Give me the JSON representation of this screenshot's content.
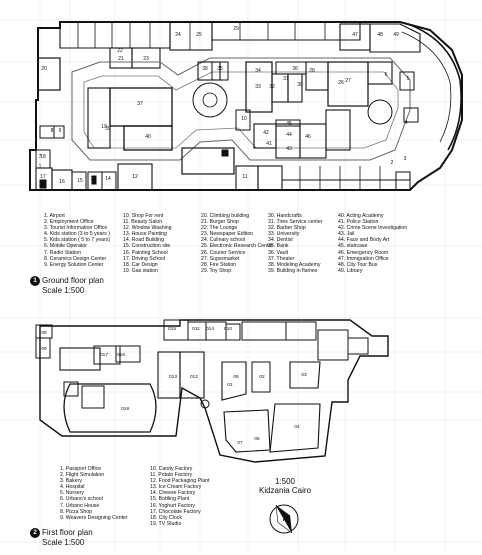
{
  "ground_floor": {
    "room_labels": [
      "1",
      "2",
      "3",
      "4",
      "5",
      "6",
      "7",
      "8",
      "9",
      "10",
      "11",
      "12",
      "13",
      "14",
      "15",
      "16",
      "17",
      "18",
      "19",
      "20",
      "21",
      "22",
      "23",
      "24",
      "25",
      "26",
      "27",
      "28",
      "29",
      "30",
      "31",
      "32",
      "33",
      "34",
      "35",
      "36",
      "37",
      "38",
      "39",
      "40",
      "41",
      "42",
      "43",
      "44",
      "45",
      "46",
      "47",
      "48",
      "49"
    ],
    "legend_col1": [
      "1. Airport",
      "2. Employment Office",
      "3. Tourist Information Office",
      "4. Kids station (3 to 5 years )",
      "5. Kids station ( 5 to 7 years)",
      "6. Mobile Operator",
      "7. Radio Station",
      "8. Ceramics Design Center",
      "9. Energy Solution Center"
    ],
    "legend_col2": [
      "10. Shop For rent",
      "11. Beauty Salon",
      "12. Window Washing",
      "13. House Painting",
      "14. Road Building",
      "15. Construction site",
      "16. Painting School",
      "17. Driving School",
      "18. Car Design",
      "19. Gas station"
    ],
    "legend_col3": [
      "20. Climbing building",
      "21. Burger Shop",
      "22. The Lounge",
      "23. Newspaper Edition",
      "24. Culinary school",
      "25. Electronic Research Center",
      "26. Courier Service",
      "27. Supermarket",
      "28. Fire Station",
      "29. Toy Shop"
    ],
    "legend_col4": [
      "30. Handcrafts",
      "31. Tires Service center",
      "32. Barber Shop",
      "33. University",
      "34. Dentist",
      "35. Bank",
      "36. Vault",
      "37. Theater",
      "38. Modeling Academy",
      "39. Building in flames"
    ],
    "legend_col5": [
      "40. Acting Academy",
      "41. Police Station",
      "42. Crime Scene Investigation",
      "43. Jail",
      "44. Face and Body Art",
      "45. staircase",
      "46. Emergency Room",
      "47. Immigration Office",
      "48. City Tour Bus",
      "49. Library"
    ],
    "caption_number": "1",
    "caption_title": "Ground floor plan",
    "caption_scale": "Scale 1:500"
  },
  "first_floor": {
    "room_labels": [
      "01",
      "02",
      "03",
      "04",
      "05",
      "06",
      "07",
      "08",
      "09",
      "010",
      "011",
      "012",
      "013",
      "014",
      "015",
      "016",
      "017",
      "018"
    ],
    "legend_col1": [
      "1. Passport Office",
      "2. Flight Simulation",
      "3. Bakery",
      "4. Hospital",
      "5. Nursery",
      "6. Urbano's school",
      "7. Urbano House",
      "8. Pizza Shop",
      "9. Weavers Designing Center"
    ],
    "legend_col2": [
      "10. Candy Factory",
      "11. Potato Factory",
      "12. Food Packaging Plant",
      "13. Ice Cream Factory",
      "14. Cheese Factory",
      "15. Bottling Plant",
      "16. Yoghurt Factory",
      "17. Chocolate Factory",
      "18. City Clock",
      "19. TV Studio"
    ],
    "caption_number": "2",
    "caption_title": "First floor plan",
    "caption_scale": "Scale 1:500"
  },
  "sheet": {
    "scale": "1:500",
    "project": "Kidzania Cairo",
    "north_label": "N"
  }
}
